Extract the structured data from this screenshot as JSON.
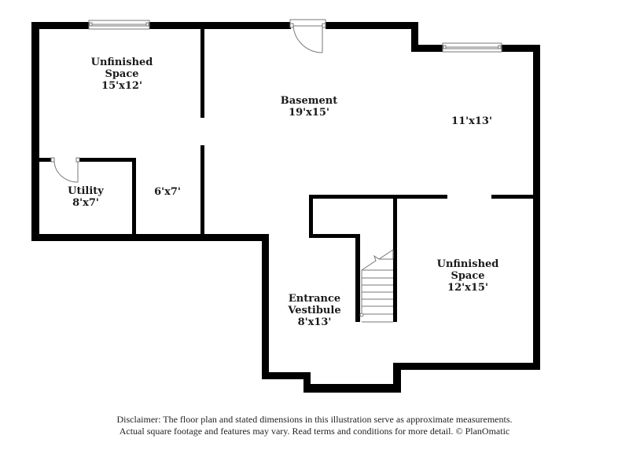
{
  "floorplan": {
    "rooms": [
      {
        "id": "unfinished-space-1",
        "name_line1": "Unfinished",
        "name_line2": "Space",
        "dimensions": "15'x12'"
      },
      {
        "id": "basement",
        "name_line1": "Basement",
        "name_line2": "",
        "dimensions": "19'x15'"
      },
      {
        "id": "room-11x13",
        "name_line1": "",
        "name_line2": "",
        "dimensions": "11'x13'"
      },
      {
        "id": "utility",
        "name_line1": "Utility",
        "name_line2": "",
        "dimensions": "8'x7'"
      },
      {
        "id": "room-6x7",
        "name_line1": "",
        "name_line2": "",
        "dimensions": "6'x7'"
      },
      {
        "id": "entrance-vestibule",
        "name_line1": "Entrance",
        "name_line2": "Vestibule",
        "dimensions": "8'x13'"
      },
      {
        "id": "unfinished-space-2",
        "name_line1": "Unfinished",
        "name_line2": "Space",
        "dimensions": "12'x15'"
      }
    ],
    "wall_color": "#000000",
    "background_color": "#ffffff",
    "fixture_stroke_color": "#777777"
  },
  "disclaimer": {
    "line1": "Disclaimer: The floor plan and stated dimensions in this illustration serve as approximate measurements.",
    "line2": "Actual square footage and features may vary. Read terms and conditions for more detail. © PlanOmatic"
  }
}
